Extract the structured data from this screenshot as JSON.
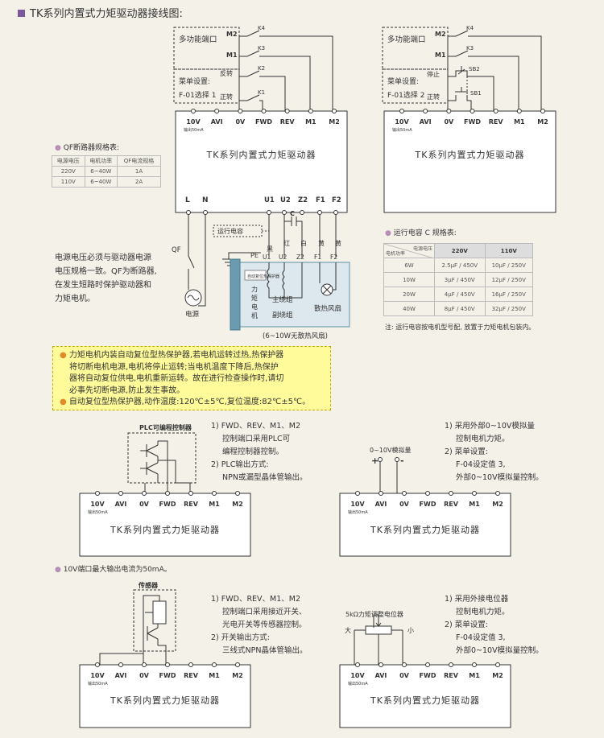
{
  "page_title": "TK系列内置式力矩驱动器接线图:",
  "driver_name": "TK系列内置式力矩驱动器",
  "terminals": [
    "10V",
    "AVI",
    "0V",
    "FWD",
    "REV",
    "M1",
    "M2"
  ],
  "output_note": "输出50mA",
  "power_terminals": [
    "L",
    "N"
  ],
  "motor_terminals": [
    "U1",
    "U2",
    "Z2",
    "F1",
    "F2"
  ],
  "diagram1": {
    "multifunction_label": "多功能端口",
    "menu_setting_label": "菜单设置:",
    "menu_select": "F-01选择 1",
    "reverse_label": "反转",
    "forward_label": "正转",
    "switches": [
      "K4",
      "K3",
      "K2",
      "K1"
    ],
    "m_labels": [
      "M2",
      "M1"
    ],
    "qf_label": "QF",
    "power_label": "电源",
    "run_cap_label": "运行电容",
    "cap_c": "C",
    "pe_label": "PE",
    "wire_colors": [
      "黑",
      "红",
      "白",
      "黄",
      "黄"
    ],
    "wire_terms": [
      "U1",
      "U2",
      "Z2",
      "F1",
      "F2"
    ],
    "motor_label": "力矩电机",
    "main_winding": "主绕组",
    "aux_winding": "副绕组",
    "fan_label": "散热风扇",
    "hot_protector": "自动复位热保护器",
    "fan_note": "(6~10W无散热风扇)"
  },
  "diagram2": {
    "multifunction_label": "多功能端口",
    "menu_setting_label": "菜单设置:",
    "menu_select": "F-01选择 2",
    "stop_label": "停止",
    "forward_label": "正转",
    "switches": [
      "K4",
      "K3",
      "SB2",
      "SB1"
    ],
    "m_labels": [
      "M2",
      "M1"
    ]
  },
  "qf_table": {
    "title": "QF断路器规格表:",
    "headers": [
      "电源电压",
      "电机功率",
      "QF电流规格"
    ],
    "rows": [
      [
        "220V",
        "6~40W",
        "1A"
      ],
      [
        "110V",
        "6~40W",
        "2A"
      ]
    ]
  },
  "power_note": [
    "电源电压必须与驱动器电源",
    "电压规格一致。QF为断路器,",
    "在发生短路时保护驱动器和",
    "力矩电机。"
  ],
  "cap_table": {
    "title": "运行电容 C 规格表:",
    "corner_top": "电源电压",
    "corner_bottom": "电机功率",
    "headers": [
      "220V",
      "110V"
    ],
    "rows": [
      [
        "6W",
        "2.5μF / 450V",
        "10μF / 250V"
      ],
      [
        "10W",
        "3μF / 450V",
        "12μF / 250V"
      ],
      [
        "20W",
        "4μF / 450V",
        "16μF / 250V"
      ],
      [
        "40W",
        "8μF / 450V",
        "32μF / 250V"
      ]
    ],
    "note": "注: 运行电容按电机型号配, 放置于力矩电机包装内。"
  },
  "warning": {
    "line1": "力矩电机内装自动复位型热保护器,若电机运转过热,热保护器",
    "line2": "将切断电机电源,电机将停止运转;当电机温度下降后,热保护",
    "line3": "器将自动复位供电,电机重新运转。故在进行检查操作时,请切",
    "line4": "必事先切断电源,防止发生事故。",
    "line5": "自动复位型热保护器,动作温度:120℃±5℃,复位温度:82℃±5℃。"
  },
  "plc": {
    "label": "PLC可编程控制器",
    "notes": [
      "1) FWD、REV、M1、M2",
      "控制端口采用PLC可",
      "编程控制器控制。",
      "2) PLC输出方式:",
      "NPN或漏型晶体管输出。"
    ]
  },
  "analog": {
    "label": "0~10V模拟量",
    "plus": "+",
    "minus": "-",
    "notes": [
      "1) 采用外部0~10V模拟量",
      "控制电机力矩。",
      "2) 菜单设置:",
      "F-04设定值 3,",
      "外部0~10V模拟量控制。"
    ]
  },
  "tenv_note": "10V端口最大输出电流为50mA。",
  "sensor": {
    "label": "传感器",
    "notes": [
      "1) FWD、REV、M1、M2",
      "控制端口采用接近开关、",
      "光电开关等传感器控制。",
      "2) 开关输出方式:",
      "三线式NPN晶体管输出。"
    ]
  },
  "pot": {
    "label": "5kΩ力矩调整电位器",
    "big": "大",
    "small": "小",
    "notes": [
      "1) 采用外接电位器",
      "控制电机力矩。",
      "2) 菜单设置:",
      "F-04设定值 3,",
      "外部0~10V模拟量控制。"
    ]
  }
}
